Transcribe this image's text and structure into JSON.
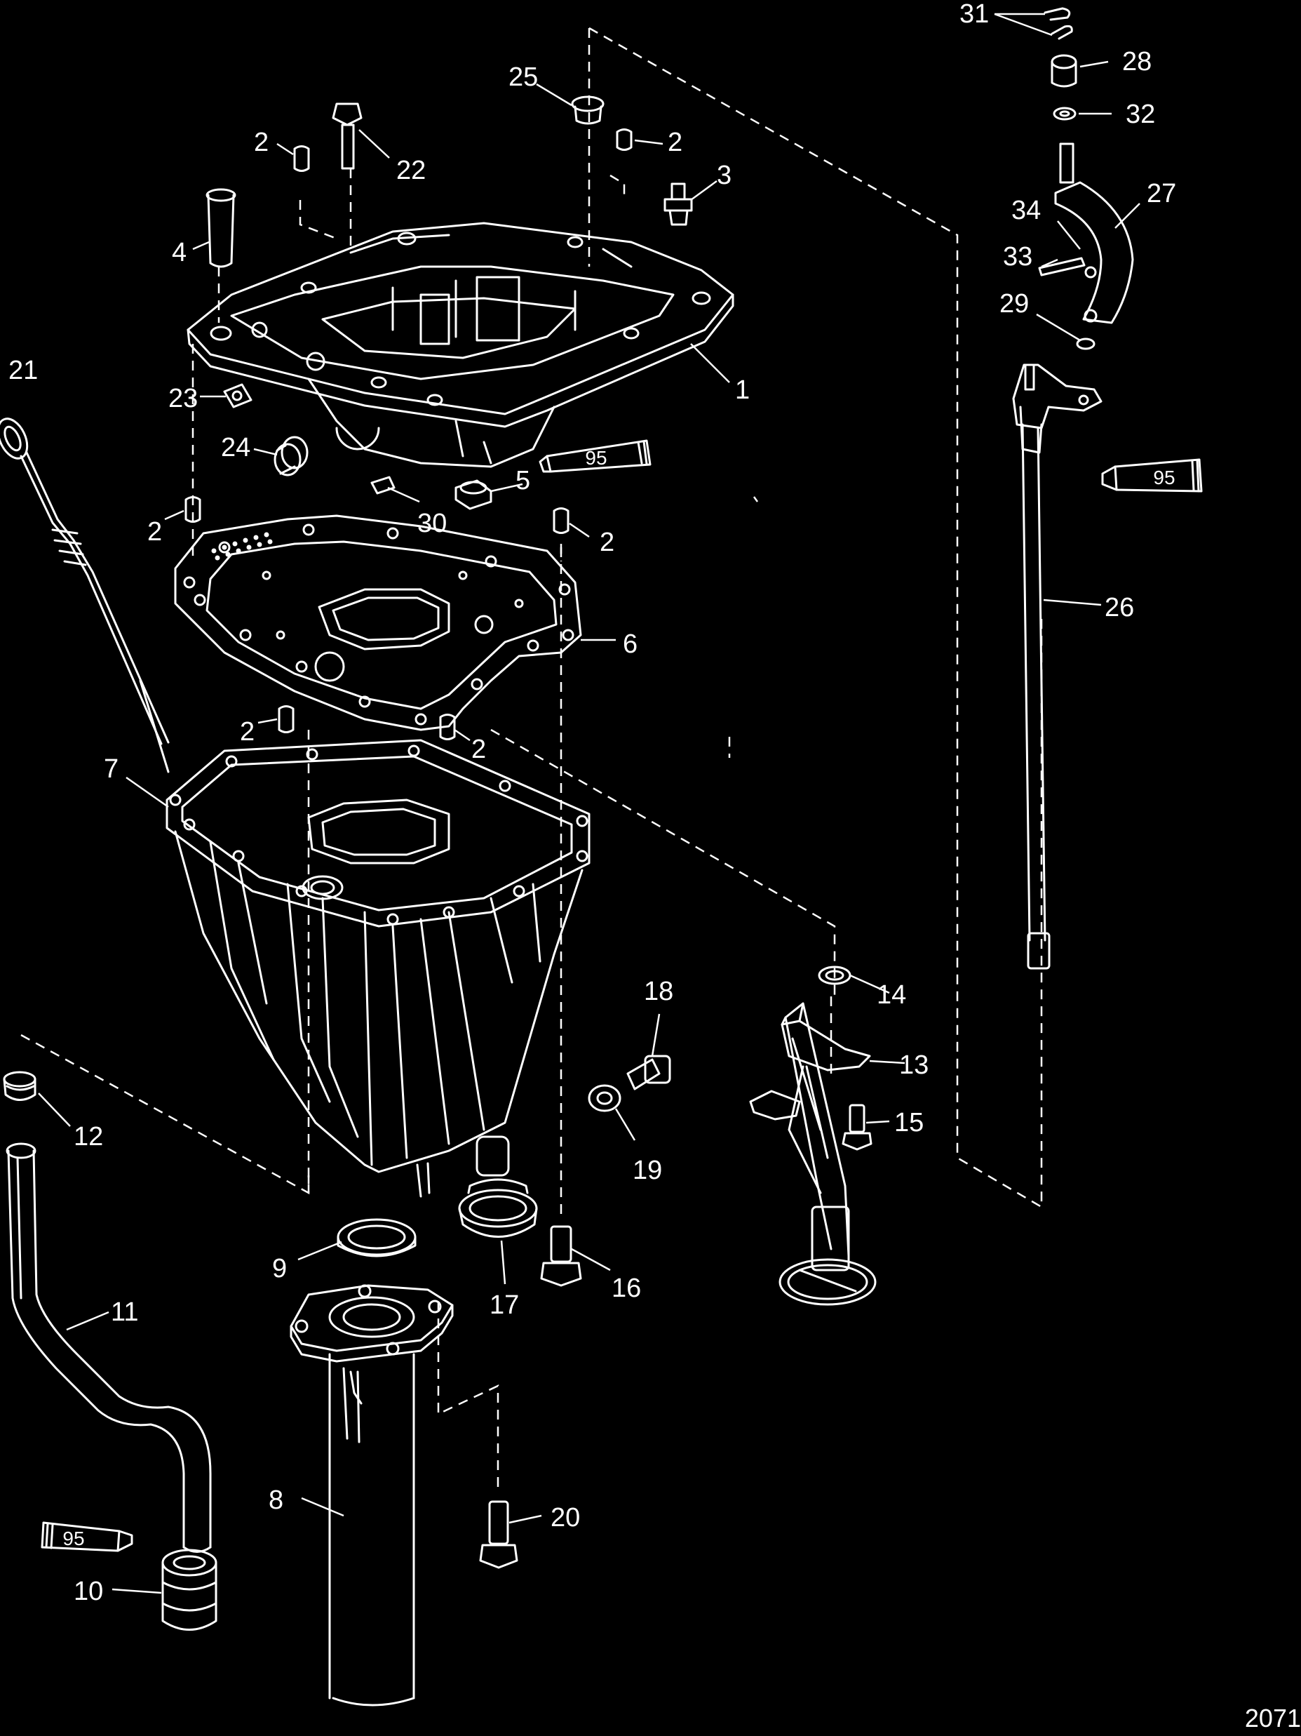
{
  "figure_code": "2071",
  "sealant_tubes": [
    {
      "id": "tube-top",
      "label": "95"
    },
    {
      "id": "tube-right",
      "label": "95"
    },
    {
      "id": "tube-left",
      "label": "95"
    }
  ],
  "callouts": [
    {
      "id": "c31",
      "text": "31"
    },
    {
      "id": "c28",
      "text": "28"
    },
    {
      "id": "c32",
      "text": "32"
    },
    {
      "id": "c25",
      "text": "25"
    },
    {
      "id": "c2a",
      "text": "2"
    },
    {
      "id": "c22",
      "text": "22"
    },
    {
      "id": "c2b",
      "text": "2"
    },
    {
      "id": "c3",
      "text": "3"
    },
    {
      "id": "c4",
      "text": "4"
    },
    {
      "id": "c34",
      "text": "34"
    },
    {
      "id": "c27",
      "text": "27"
    },
    {
      "id": "c33",
      "text": "33"
    },
    {
      "id": "c29",
      "text": "29"
    },
    {
      "id": "c21",
      "text": "21"
    },
    {
      "id": "c1",
      "text": "1"
    },
    {
      "id": "c23",
      "text": "23"
    },
    {
      "id": "c24",
      "text": "24"
    },
    {
      "id": "c5",
      "text": "5"
    },
    {
      "id": "c30",
      "text": "30"
    },
    {
      "id": "c2c",
      "text": "2"
    },
    {
      "id": "c2d",
      "text": "2"
    },
    {
      "id": "c26",
      "text": "26"
    },
    {
      "id": "c6",
      "text": "6"
    },
    {
      "id": "c2e",
      "text": "2"
    },
    {
      "id": "c2f",
      "text": "2"
    },
    {
      "id": "c7",
      "text": "7"
    },
    {
      "id": "c18",
      "text": "18"
    },
    {
      "id": "c14",
      "text": "14"
    },
    {
      "id": "c13",
      "text": "13"
    },
    {
      "id": "c12",
      "text": "12"
    },
    {
      "id": "c15",
      "text": "15"
    },
    {
      "id": "c19",
      "text": "19"
    },
    {
      "id": "c9",
      "text": "9"
    },
    {
      "id": "c17",
      "text": "17"
    },
    {
      "id": "c16",
      "text": "16"
    },
    {
      "id": "c11",
      "text": "11"
    },
    {
      "id": "c8",
      "text": "8"
    },
    {
      "id": "c20",
      "text": "20"
    },
    {
      "id": "c10",
      "text": "10"
    }
  ]
}
